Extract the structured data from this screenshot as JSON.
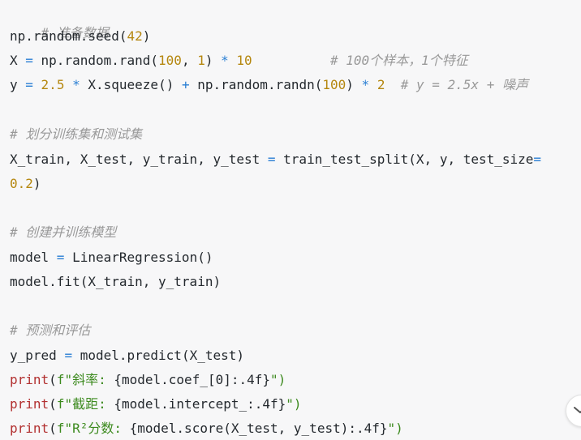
{
  "code": {
    "lines": [
      {
        "comment": "# 准备数据"
      },
      {
        "text": "np.random.seed(",
        "num": "42",
        "end": ")"
      },
      {
        "a": "X ",
        "op1": "=",
        "b": " np.random.rand(",
        "n1": "100",
        "c": ", ",
        "n2": "1",
        "d": ") ",
        "op2": "*",
        "e": " ",
        "n3": "10",
        "pad": "          ",
        "comment": "# 100个样本，1个特征"
      },
      {
        "a": "y ",
        "op1": "=",
        "b": " ",
        "n1": "2.5",
        "c": " ",
        "op2": "*",
        "d": " X.squeeze() ",
        "op3": "+",
        "e": " np.random.randn(",
        "n2": "100",
        "f": ") ",
        "op4": "*",
        "g": " ",
        "n3": "2",
        "pad": "  ",
        "comment": "# y = 2.5x + 噪声"
      },
      {
        "comment": "# 划分训练集和测试集"
      },
      {
        "a": "X_train, X_test, y_train, y_test ",
        "op1": "=",
        "b": " train_test_split(X, y, test_size",
        "op2": "="
      },
      {
        "num": "0.2",
        "end": ")"
      },
      {
        "comment": "# 创建并训练模型"
      },
      {
        "a": "model ",
        "op1": "=",
        "b": " LinearRegression()"
      },
      {
        "text": "model.fit(X_train, y_train)"
      },
      {
        "comment": "# 预测和评估"
      },
      {
        "a": "y_pred ",
        "op1": "=",
        "b": " model.predict(X_test)"
      },
      {
        "kw": "print",
        "p": "(",
        "fx": "f\"斜率: ",
        "expr": "{model.coef_[0]:.4f}",
        "q": "\")"
      },
      {
        "kw": "print",
        "p": "(",
        "fx": "f\"截距: ",
        "expr": "{model.intercept_:.4f}",
        "q": "\")"
      },
      {
        "kw": "print",
        "p": "(",
        "fx": "f\"R²分数: ",
        "expr": "{model.score(X_test, y_test):.4f}",
        "q": "\")"
      }
    ]
  },
  "scroll_button": {
    "icon": "chevron-down-icon"
  }
}
